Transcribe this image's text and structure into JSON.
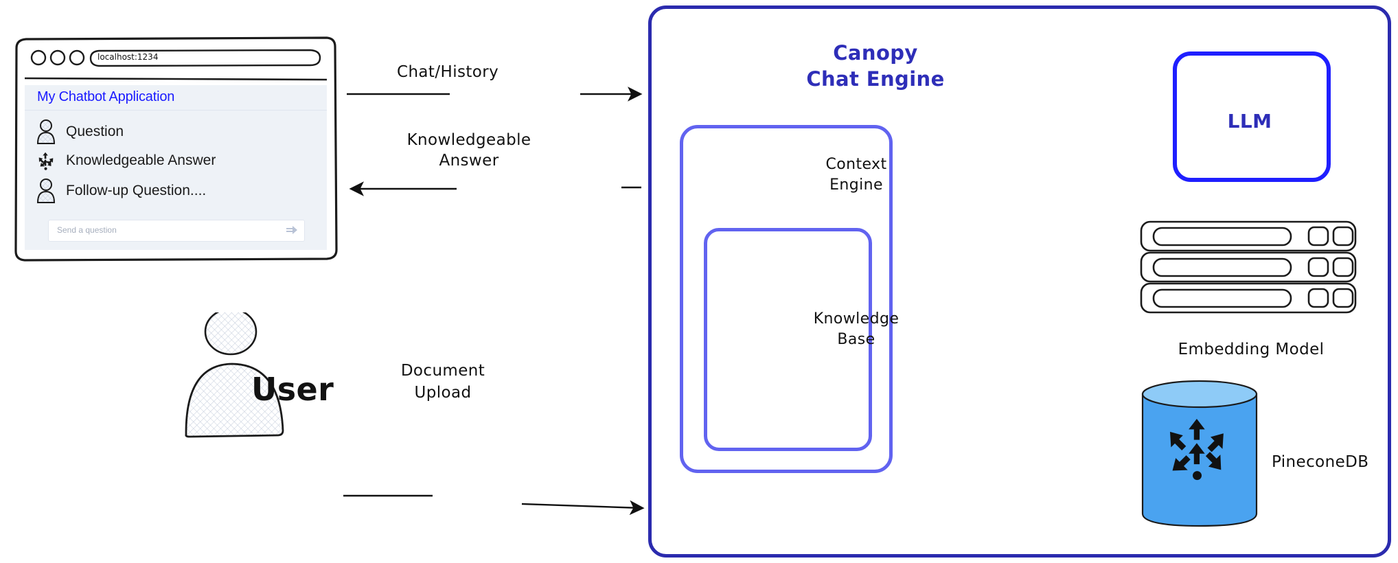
{
  "diagram": {
    "title": "Canopy Chat Engine architecture",
    "colors": {
      "outer_box_border": "#2b2bae",
      "inner_box_border": "#6163f0",
      "llm_box_border": "#1f1fff",
      "canopy_text": "#2e2eb8",
      "app_title_text": "#1a1aff",
      "chat_panel_bg": "#eef2f7",
      "pinecone_cylinder": "#4aa3f0",
      "user_figure_fill": "#f2f4f8"
    }
  },
  "browser": {
    "name": "browser-window",
    "url": "localhost:1234",
    "traffic_lights": [
      "close",
      "minimize",
      "maximize"
    ],
    "app_title": "My Chatbot Application",
    "messages": [
      {
        "icon": "user-avatar-icon",
        "text": "Question"
      },
      {
        "icon": "pinecone-logo-icon",
        "text": "Knowledgeable Answer"
      },
      {
        "icon": "user-avatar-icon",
        "text": "Follow-up Question...."
      }
    ],
    "composer": {
      "placeholder": "Send a question",
      "value": "",
      "send_icon": "send-arrow-icon"
    }
  },
  "actor": {
    "label": "User",
    "icon": "user-figure-icon"
  },
  "flows": [
    {
      "id": "chat-history",
      "label": "Chat/History",
      "direction": "right"
    },
    {
      "id": "knowledgeable-answer",
      "label": "Knowledgeable\nAnswer",
      "direction": "left"
    },
    {
      "id": "document-upload",
      "label": "Document\nUpload",
      "direction": "right"
    }
  ],
  "flow_labels": {
    "chat_history": "Chat/History",
    "knowledgeable_answer_line1": "Knowledgeable",
    "knowledgeable_answer_line2": "Answer",
    "document_upload_line1": "Document",
    "document_upload_line2": "Upload"
  },
  "engine": {
    "title_line1": "Canopy",
    "title_line2": "Chat Engine",
    "context_engine": {
      "title_line1": "Context",
      "title_line2": "Engine",
      "knowledge_base": {
        "title_line1": "Knowledge",
        "title_line2": "Base"
      }
    }
  },
  "services": {
    "llm": {
      "label": "LLM",
      "icon": "rounded-box-icon"
    },
    "embedding_model": {
      "label": "Embedding Model",
      "icon": "server-rack-icon",
      "rack_count": 3
    },
    "vector_db": {
      "label": "PineconeDB",
      "icon": "database-cylinder-icon"
    }
  }
}
